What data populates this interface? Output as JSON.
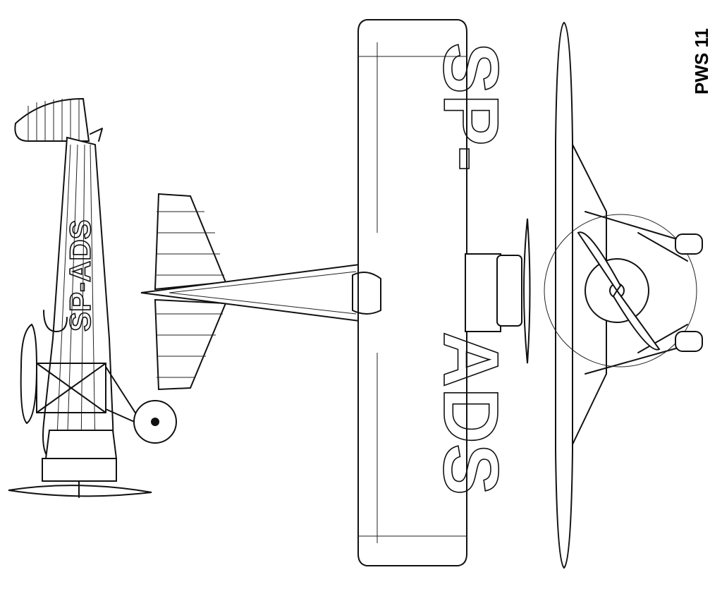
{
  "title": "PWS 11",
  "registration": "SP-ADS",
  "registration_wing_upper": "SP-",
  "registration_wing_lower": "ADS",
  "views": [
    "side-view",
    "top-view",
    "front-view"
  ]
}
